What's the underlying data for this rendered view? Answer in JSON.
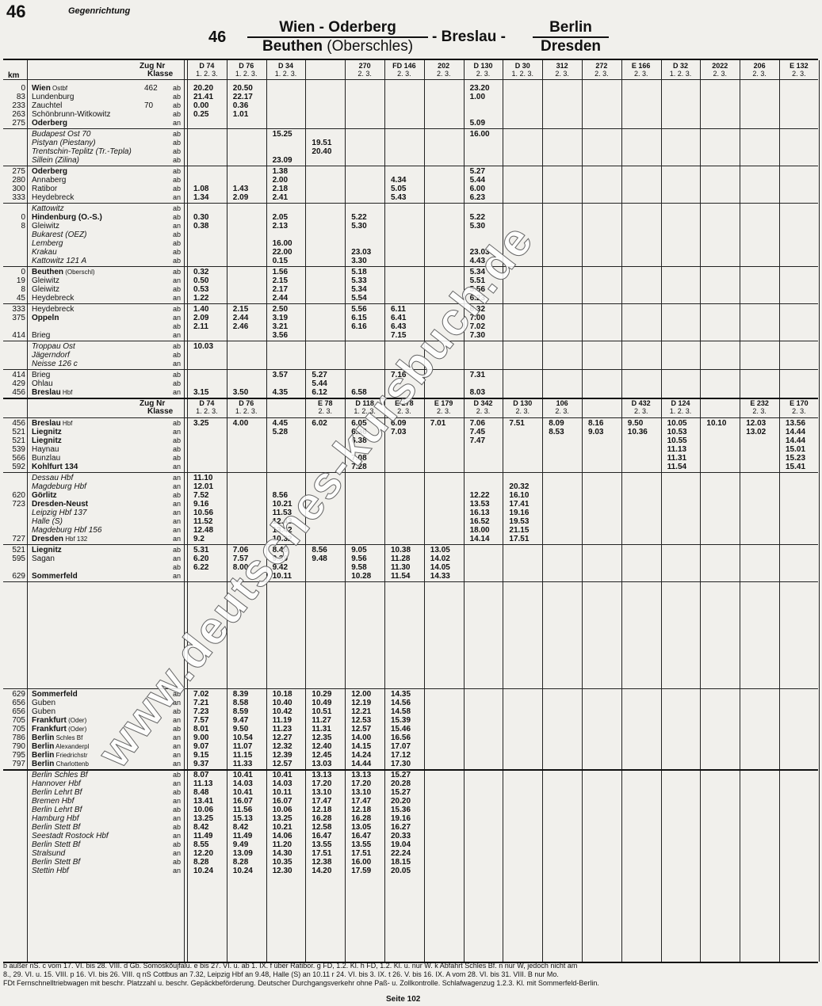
{
  "page_number": "46",
  "direction": "Gegenrichtung",
  "table_number": "46",
  "header": {
    "top_left": "Wien - Oderberg",
    "bottom_left": "Beuthen",
    "bottom_left_sub": "(Oberschles)",
    "middle": "- Breslau -",
    "top_right": "Berlin",
    "bottom_right": "Dresden"
  },
  "col_header_label": "Zug Nr",
  "class_label": "Klasse",
  "km_label": "km",
  "columns_top": [
    {
      "nr": "D 74",
      "kl": "1. 2. 3."
    },
    {
      "nr": "D 76",
      "kl": "1. 2. 3."
    },
    {
      "nr": "D 34",
      "kl": "1. 2. 3."
    },
    {
      "nr": "270",
      "kl": "2. 3."
    },
    {
      "nr": "FD 146",
      "kl": "2. 3."
    },
    {
      "nr": "202",
      "kl": "2. 3."
    },
    {
      "nr": "D 130",
      "kl": "2. 3."
    },
    {
      "nr": "D 30",
      "kl": "1. 2. 3."
    },
    {
      "nr": "312",
      "kl": "2. 3."
    },
    {
      "nr": "272",
      "kl": "2. 3."
    },
    {
      "nr": "E 166",
      "kl": "2. 3."
    },
    {
      "nr": "D 32",
      "kl": "1. 2. 3."
    },
    {
      "nr": "2022",
      "kl": "2. 3."
    },
    {
      "nr": "206",
      "kl": "2. 3."
    },
    {
      "nr": "E 132",
      "kl": "2. 3."
    }
  ],
  "columns_mid": [
    {
      "nr": "D 74",
      "kl": "1. 2. 3."
    },
    {
      "nr": "D 76",
      "kl": "1. 2. 3."
    },
    {
      "nr": "E 78",
      "kl": "2. 3."
    },
    {
      "nr": "D 118",
      "kl": "1. 2. 3."
    },
    {
      "nr": "E 278",
      "kl": "2. 3."
    },
    {
      "nr": "E 179",
      "kl": "2. 3."
    },
    {
      "nr": "D 342",
      "kl": "2. 3."
    },
    {
      "nr": "D 130",
      "kl": "2. 3."
    },
    {
      "nr": "106",
      "kl": "2. 3."
    },
    {
      "nr": "D 432",
      "kl": "2. 3."
    },
    {
      "nr": "D 124",
      "kl": "1. 2. 3."
    },
    {
      "nr": "E 232",
      "kl": "2. 3."
    },
    {
      "nr": "E 170",
      "kl": "2. 3."
    }
  ],
  "stations_top": [
    {
      "km": "0",
      "name": "Wien",
      "suffix": "Ostbf",
      "tbl": "462",
      "ab": "ab",
      "bold": true,
      "times": [
        "20.20",
        "20.50",
        "",
        "",
        "",
        "",
        "",
        "23.20"
      ]
    },
    {
      "km": "83",
      "name": "Lundenburg",
      "suffix": "",
      "tbl": "",
      "ab": "ab",
      "bold": false,
      "times": [
        "21.41",
        "22.17",
        "",
        "",
        "",
        "",
        "",
        "1.00"
      ]
    },
    {
      "km": "233",
      "name": "Zauchtel",
      "suffix": "",
      "tbl": "70",
      "ab": "ab",
      "bold": false,
      "times": [
        "0.00",
        "0.36",
        "",
        "",
        "",
        "",
        "",
        ""
      ]
    },
    {
      "km": "263",
      "name": "Schönbrunn-Witkowitz",
      "suffix": "",
      "tbl": "",
      "ab": "ab",
      "bold": false,
      "times": [
        "0.25",
        "1.01",
        "",
        "",
        "",
        "",
        "",
        ""
      ]
    },
    {
      "km": "275",
      "name": "Oderberg",
      "suffix": "",
      "tbl": "",
      "ab": "an",
      "bold": true,
      "times": [
        "",
        "",
        "",
        "",
        "",
        "",
        "",
        "5.09"
      ]
    }
  ],
  "stations_group2": [
    {
      "name": "Budapest Ost 70",
      "ab": "ab",
      "italic": true,
      "times": [
        "",
        "",
        "15.25",
        "",
        "",
        "",
        "",
        "16.00"
      ]
    },
    {
      "name": "Pistyan (Piestany)",
      "ab": "ab",
      "italic": true,
      "times": [
        "",
        "",
        "",
        "19.51"
      ]
    },
    {
      "name": "Trentschin-Teplitz (Tr.-Tepla)",
      "ab": "ab",
      "italic": false,
      "times": [
        "",
        "",
        "",
        "20.40"
      ]
    },
    {
      "name": "Sillein (Zilina)",
      "ab": "ab",
      "italic": true,
      "times": [
        "",
        "",
        "23.09"
      ]
    }
  ],
  "stations_group3": [
    {
      "km": "275",
      "name": "Oderberg",
      "ab": "ab",
      "bold": true,
      "times": [
        "",
        "",
        "1.38",
        "",
        "",
        "",
        "",
        "5.27"
      ]
    },
    {
      "km": "280",
      "name": "Annaberg",
      "ab": "ab",
      "bold": false,
      "times": [
        "",
        "",
        "2.00",
        "",
        "",
        "4.34",
        "",
        "5.44"
      ]
    },
    {
      "km": "300",
      "name": "Ratibor",
      "ab": "ab",
      "bold": false,
      "times": [
        "1.08",
        "1.43",
        "2.18",
        "",
        "",
        "5.05",
        "",
        "6.00"
      ]
    },
    {
      "km": "333",
      "name": "Heydebreck",
      "ab": "an",
      "bold": false,
      "times": [
        "1.34",
        "2.09",
        "2.41",
        "",
        "",
        "5.43",
        "",
        "6.23"
      ]
    }
  ],
  "stations_group4": [
    {
      "km": "",
      "name": "Kattowitz",
      "ab": "ab",
      "italic": true,
      "times": []
    },
    {
      "km": "0",
      "name": "Hindenburg (O.-S.)",
      "ab": "ab",
      "bold": true,
      "times": [
        "0.30",
        "",
        "2.05",
        "",
        "5.22",
        "",
        "",
        "5.22"
      ]
    },
    {
      "km": "8",
      "name": "Gleiwitz",
      "ab": "an",
      "bold": false,
      "times": [
        "0.38",
        "",
        "2.13",
        "",
        "5.30",
        "",
        "",
        "5.30"
      ]
    },
    {
      "km": "",
      "name": "Bukarest (OEZ)",
      "ab": "ab",
      "italic": true,
      "times": []
    },
    {
      "km": "",
      "name": "Lemberg",
      "ab": "ab",
      "italic": true,
      "times": [
        "",
        "",
        "16.00"
      ]
    },
    {
      "km": "",
      "name": "Krakau",
      "ab": "ab",
      "italic": true,
      "times": [
        "",
        "",
        "22.00",
        "",
        "23.03",
        "",
        "",
        "23.03"
      ]
    },
    {
      "km": "",
      "name": "Kattowitz 121 A",
      "ab": "ab",
      "italic": true,
      "times": [
        "",
        "",
        "0.15",
        "",
        "3.30",
        "",
        "",
        "4.43"
      ]
    }
  ],
  "stations_group5": [
    {
      "km": "0",
      "name": "Beuthen",
      "suffix": "(Oberschl)",
      "ab": "ab",
      "bold": true,
      "times": [
        "0.32",
        "",
        "1.56",
        "",
        "5.18",
        "",
        "",
        "5.34"
      ]
    },
    {
      "km": "19",
      "name": "Gleiwitz",
      "ab": "an",
      "bold": false,
      "times": [
        "0.50",
        "",
        "2.15",
        "",
        "5.33",
        "",
        "",
        "5.51"
      ]
    },
    {
      "km": "8",
      "name": "Gleiwitz",
      "ab": "ab",
      "bold": false,
      "times": [
        "0.53",
        "",
        "2.17",
        "",
        "5.34",
        "",
        "",
        "5.56"
      ]
    },
    {
      "km": "45",
      "name": "Heydebreck",
      "ab": "an",
      "bold": false,
      "times": [
        "1.22",
        "",
        "2.44",
        "",
        "5.54",
        "",
        "",
        "6.23"
      ]
    }
  ],
  "stations_group6": [
    {
      "km": "333",
      "name": "Heydebreck",
      "ab": "ab",
      "bold": false,
      "times": [
        "1.40",
        "2.15",
        "2.50",
        "",
        "5.56",
        "6.11",
        "",
        "6.32"
      ]
    },
    {
      "km": "375",
      "name": "Oppeln",
      "ab": "an",
      "bold": true,
      "times": [
        "2.09",
        "2.44",
        "3.19",
        "",
        "6.15",
        "6.41",
        "",
        "7.00"
      ]
    },
    {
      "km": "",
      "name": "",
      "ab": "ab",
      "bold": false,
      "times": [
        "2.11",
        "2.46",
        "3.21",
        "",
        "6.16",
        "6.43",
        "",
        "7.02"
      ]
    },
    {
      "km": "414",
      "name": "Brieg",
      "ab": "an",
      "bold": false,
      "times": [
        "",
        "",
        "3.56",
        "",
        "",
        "7.15",
        "",
        "7.30"
      ]
    }
  ],
  "stations_group7": [
    {
      "name": "Troppau Ost",
      "ab": "ab",
      "times": [
        "10.03"
      ]
    },
    {
      "name": "Jägerndorf",
      "ab": "ab",
      "times": []
    },
    {
      "name": "Neisse 126 c",
      "ab": "an",
      "times": []
    }
  ],
  "stations_group8": [
    {
      "km": "414",
      "name": "Brieg",
      "ab": "ab",
      "bold": false,
      "times": [
        "",
        "",
        "3.57",
        "5.27",
        "",
        "7.16",
        "",
        "7.31"
      ]
    },
    {
      "km": "429",
      "name": "Ohlau",
      "ab": "ab",
      "bold": false,
      "times": [
        "",
        "",
        "",
        "5.44",
        "",
        "",
        "",
        ""
      ]
    },
    {
      "km": "456",
      "name": "Breslau",
      "suffix": "Hbf",
      "ab": "an",
      "bold": true,
      "times": [
        "3.15",
        "3.50",
        "4.35",
        "6.12",
        "6.58",
        "",
        "",
        "8.03"
      ]
    }
  ],
  "stations_mid": [
    {
      "km": "456",
      "name": "Breslau",
      "suffix": "Hbf",
      "ab": "ab",
      "bold": true,
      "times": [
        "3.25",
        "4.00",
        "4.45",
        "6.02",
        "6.05",
        "6.09",
        "7.01",
        "7.06",
        "7.51",
        "8.09",
        "8.16",
        "9.50",
        "10.05",
        "10.10",
        "12.03",
        "13.56"
      ]
    },
    {
      "km": "521",
      "name": "Liegnitz",
      "ab": "an",
      "bold": true,
      "times": [
        "",
        "",
        "5.28",
        "",
        "6.36",
        "7.03",
        "",
        "7.45",
        "",
        "8.53",
        "9.03",
        "10.36",
        "10.53",
        "",
        "13.02",
        "14.44"
      ]
    },
    {
      "km": "521",
      "name": "Liegnitz",
      "ab": "ab",
      "bold": true,
      "times": [
        "",
        "",
        "",
        "",
        "6.38",
        "",
        "",
        "7.47",
        "",
        "",
        "",
        "",
        "10.55",
        "",
        "",
        "14.44"
      ]
    },
    {
      "km": "539",
      "name": "Haynau",
      "ab": "ab",
      "bold": false,
      "times": [
        "",
        "",
        "",
        "",
        "",
        "",
        "",
        "",
        "",
        "",
        "",
        "",
        "11.13",
        "",
        "",
        "15.01"
      ]
    },
    {
      "km": "566",
      "name": "Bunzlau",
      "ab": "ab",
      "bold": false,
      "times": [
        "",
        "",
        "",
        "",
        "7.08",
        "",
        "",
        "",
        "",
        "",
        "",
        "",
        "11.31",
        "",
        "",
        "15.23"
      ]
    },
    {
      "km": "592",
      "name": "Kohlfurt 134",
      "ab": "an",
      "bold": true,
      "times": [
        "",
        "",
        "",
        "",
        "7.28",
        "",
        "",
        "",
        "",
        "",
        "",
        "",
        "11.54",
        "",
        "",
        "15.41"
      ]
    }
  ],
  "stations_mid2": [
    {
      "name": "Dessau Hbf",
      "ab": "an",
      "times": [
        "11.10"
      ]
    },
    {
      "name": "Magdeburg Hbf",
      "ab": "an",
      "times": [
        "12.01",
        "",
        "",
        "",
        "",
        "",
        "",
        "",
        "20.32"
      ]
    },
    {
      "km": "620",
      "name": "Görlitz",
      "ab": "ab",
      "bold": true,
      "times": [
        "7.52",
        "",
        "8.56",
        "",
        "",
        "",
        "",
        "12.22",
        "16.10"
      ]
    },
    {
      "km": "723",
      "name": "Dresden-Neust",
      "ab": "an",
      "bold": true,
      "times": [
        "9.16",
        "",
        "10.21",
        "",
        "",
        "",
        "",
        "13.53",
        "17.41"
      ]
    },
    {
      "name": "Leipzig Hbf 137",
      "ab": "an",
      "times": [
        "10.56",
        "",
        "11.53",
        "",
        "",
        "",
        "",
        "16.13",
        "19.16"
      ]
    },
    {
      "name": "Halle (S)",
      "ab": "an",
      "times": [
        "11.52",
        "",
        "12.43",
        "",
        "",
        "",
        "",
        "16.52",
        "19.53"
      ]
    },
    {
      "name": "Magdeburg Hbf 156",
      "ab": "an",
      "times": [
        "12.48",
        "",
        "13.42",
        "",
        "",
        "",
        "",
        "18.00",
        "21.15"
      ]
    },
    {
      "km": "727",
      "name": "Dresden",
      "suffix": "Hbf 132",
      "ab": "an",
      "bold": true,
      "times": [
        "9.2",
        "",
        "10.32",
        "",
        "",
        "",
        "",
        "14.14",
        "17.51"
      ]
    }
  ],
  "stations_mid3": [
    {
      "km": "521",
      "name": "Liegnitz",
      "ab": "ab",
      "bold": true,
      "times": [
        "5.31",
        "7.06",
        "8.46",
        "8.56",
        "9.05",
        "10.38",
        "13.05"
      ]
    },
    {
      "km": "595",
      "name": "Sagan",
      "ab": "an",
      "bold": false,
      "times": [
        "6.20",
        "7.57",
        "9.39",
        "9.48",
        "9.56",
        "11.28",
        "14.02"
      ]
    },
    {
      "km": "",
      "name": "",
      "ab": "ab",
      "bold": false,
      "times": [
        "6.22",
        "8.00",
        "9.42",
        "",
        "9.58",
        "11.30",
        "14.05"
      ]
    },
    {
      "km": "629",
      "name": "Sommerfeld",
      "ab": "an",
      "bold": true,
      "times": [
        "",
        "",
        "10.11",
        "",
        "10.28",
        "11.54",
        "14.33"
      ]
    }
  ],
  "stations_bottom": [
    {
      "km": "629",
      "name": "Sommerfeld",
      "ab": "ab",
      "bold": true,
      "times": [
        "7.02",
        "8.39",
        "10.18",
        "10.29",
        "12.00",
        "14.35"
      ]
    },
    {
      "km": "656",
      "name": "Guben",
      "ab": "an",
      "bold": false,
      "times": [
        "7.21",
        "8.58",
        "10.40",
        "10.49",
        "12.19",
        "14.56"
      ]
    },
    {
      "km": "656",
      "name": "Guben",
      "ab": "ab",
      "bold": false,
      "times": [
        "7.23",
        "8.59",
        "10.42",
        "10.51",
        "12.21",
        "14.58"
      ]
    },
    {
      "km": "705",
      "name": "Frankfurt",
      "suffix": "(Oder)",
      "ab": "an",
      "bold": true,
      "times": [
        "7.57",
        "9.47",
        "11.19",
        "11.27",
        "12.53",
        "15.39"
      ]
    },
    {
      "km": "705",
      "name": "Frankfurt",
      "suffix": "(Oder)",
      "ab": "ab",
      "bold": true,
      "times": [
        "8.01",
        "9.50",
        "11.23",
        "11.31",
        "12.57",
        "15.46"
      ]
    },
    {
      "km": "786",
      "name": "Berlin",
      "suffix": "Schles Bf",
      "ab": "an",
      "bold": true,
      "times": [
        "9.00",
        "10.54",
        "12.27",
        "12.35",
        "14.00",
        "16.56"
      ]
    },
    {
      "km": "790",
      "name": "Berlin",
      "suffix": "Alexanderpl",
      "ab": "an",
      "bold": true,
      "times": [
        "9.07",
        "11.07",
        "12.32",
        "12.40",
        "14.15",
        "17.07"
      ]
    },
    {
      "km": "795",
      "name": "Berlin",
      "suffix": "Friedrichstr",
      "ab": "an",
      "bold": true,
      "times": [
        "9.15",
        "11.15",
        "12.39",
        "12.45",
        "14.24",
        "17.12"
      ]
    },
    {
      "km": "797",
      "name": "Berlin",
      "suffix": "Charlottenb",
      "ab": "an",
      "bold": true,
      "times": [
        "9.37",
        "11.33",
        "12.57",
        "13.03",
        "14.44",
        "17.30"
      ]
    }
  ],
  "stations_connections": [
    {
      "name": "Berlin Schles Bf",
      "ab": "ab",
      "times": [
        "8.07",
        "10.41",
        "10.41",
        "13.13",
        "13.13",
        "15.27"
      ]
    },
    {
      "name": "Hannover Hbf",
      "ab": "an",
      "times": [
        "11.13",
        "14.03",
        "14.03",
        "17.20",
        "17.20",
        "20.28"
      ]
    },
    {
      "name": "Berlin Lehrt Bf",
      "ab": "ab",
      "times": [
        "8.48",
        "10.41",
        "10.11",
        "13.10",
        "13.10",
        "15.27"
      ]
    },
    {
      "name": "Bremen Hbf",
      "ab": "an",
      "times": [
        "13.41",
        "16.07",
        "16.07",
        "17.47",
        "17.47",
        "20.20"
      ]
    },
    {
      "name": "Berlin Lehrt Bf",
      "ab": "ab",
      "times": [
        "10.06",
        "11.56",
        "10.06",
        "12.18",
        "12.18",
        "15.36"
      ]
    },
    {
      "name": "Hamburg Hbf",
      "ab": "an",
      "times": [
        "13.25",
        "15.13",
        "13.25",
        "16.28",
        "16.28",
        "19.16"
      ]
    },
    {
      "name": "Berlin Stett Bf",
      "ab": "ab",
      "times": [
        "8.42",
        "8.42",
        "10.21",
        "12.58",
        "13.05",
        "16.27"
      ]
    },
    {
      "name": "Seestadt Rostock Hbf",
      "ab": "an",
      "times": [
        "11.49",
        "11.49",
        "14.06",
        "16.47",
        "16.47",
        "20.33"
      ]
    },
    {
      "name": "Berlin Stett Bf",
      "ab": "ab",
      "times": [
        "8.55",
        "9.49",
        "11.20",
        "13.55",
        "13.55",
        "19.04"
      ]
    },
    {
      "name": "Stralsund",
      "ab": "an",
      "times": [
        "12.20",
        "13.09",
        "14.30",
        "17.51",
        "17.51",
        "22.24"
      ]
    },
    {
      "name": "Berlin Stett Bf",
      "ab": "ab",
      "times": [
        "8.28",
        "8.28",
        "10.35",
        "12.38",
        "16.00",
        "18.15"
      ]
    },
    {
      "name": "Stettin Hbf",
      "ab": "an",
      "times": [
        "10.24",
        "10.24",
        "12.30",
        "14.20",
        "17.59",
        "20.05"
      ]
    }
  ],
  "watermark": "www.deutsches-kursbuch.de",
  "footnotes": [
    "b außer nS.   c vom 17. VI. bis 28. VIII.   d Gb. Somoskőujfalu.   e bis 27. VI. u. ab 1. IX.   f über Ratibor.   g FD, 1.2. Kl.   h FD, 1.2. Kl. u. nur W.   k Abfahrt Schles Bf.   n nur W, jedoch nicht am",
    "8., 29. VI. u. 15. VIII.   p 16. VI. bis 26. VIII.   q nS Cottbus an 7.32, Leipzig Hbf an 9.48, Halle (S) an 10.11   r 24. VI. bis 3. IX.   t 26. V. bis 16. IX.   A vom 28. VI. bis 31. VIII.   B nur Mo.",
    "FDt Fernschnelltriebwagen mit beschr. Platzzahl u. beschr. Gepäckbeförderung.   Deutscher Durchgangsverkehr ohne Paß- u. Zollkontrolle.   Schlafwagenzug 1.2.3. Kl. mit Sommerfeld-Berlin."
  ],
  "page_footer": "Seite 102"
}
